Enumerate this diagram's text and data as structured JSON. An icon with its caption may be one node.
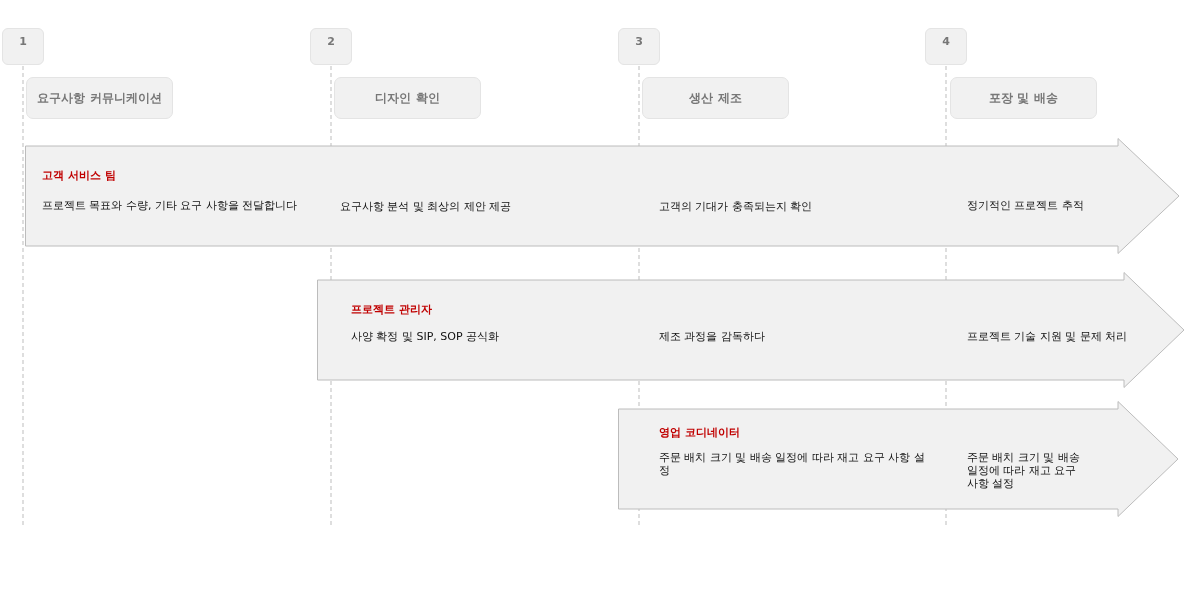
{
  "diagram": {
    "nodes": [
      {
        "text": [
          "1"
        ]
      },
      {
        "text": [
          "2"
        ]
      },
      {
        "text": [
          "3"
        ]
      },
      {
        "text": [
          "4"
        ]
      },
      {
        "text": [
          "요구사항 커뮤니케이션"
        ]
      },
      {
        "text": [
          "디자인 확인"
        ]
      },
      {
        "text": [
          "생산 제조"
        ]
      },
      {
        "text": [
          "포장 및 배송"
        ]
      },
      {
        "text": [
          "고객 서비스 팀",
          "프로젝트 목표와 수량, 기타 요구 사항을 전달합니다",
          "요구사항 분석 및 최상의 제안 제공",
          "고객의 기대가 충족되는지 확인",
          "정기적인 프로젝트 추적"
        ]
      },
      {
        "text": [
          "프로젝트 관리자",
          "사양 확정 및 SIP, SOP 공식화",
          "제조 과정을 감독하다",
          "프로젝트 기술 지원 및 문제 처리"
        ]
      },
      {
        "text": [
          "영업 코디네이터",
          "주문 배치 크기 및 배송 일정에 따라 재고 요구 사항 설정",
          "주문 배치 크기 및 배송 일정에 따라 재고 요구 사항 설정"
        ]
      }
    ]
  }
}
